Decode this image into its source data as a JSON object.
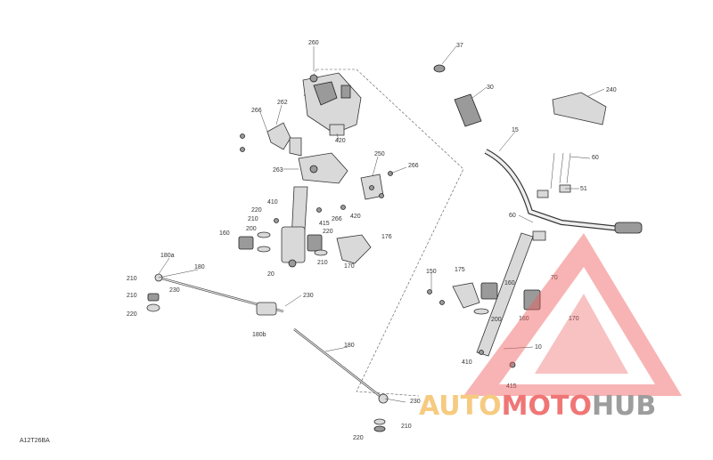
{
  "figure_ref": "A12T26BA",
  "watermark": {
    "part1": "AUTO",
    "part2": "MOTO",
    "part3": "HUB",
    "color1": "#f5c26b",
    "color2": "#ee5f5f",
    "color3": "#8c8c8c"
  },
  "callouts": {
    "c260": "260",
    "c262": "262",
    "c266a": "266",
    "c263": "263",
    "c420a": "420",
    "c250": "250",
    "c266b": "266",
    "c266c": "266",
    "c420b": "420",
    "c410a": "410",
    "c220a": "220",
    "c210a": "210",
    "c200": "200",
    "c160a": "160",
    "c415a": "415",
    "c220b": "220",
    "c176": "176",
    "c210b": "210",
    "c170a": "170",
    "c20": "20",
    "c180a": "180a",
    "c180b": "180",
    "c210c": "210",
    "c230a": "230",
    "c210d": "210",
    "c220c": "220",
    "c230b": "230",
    "c180c": "180b",
    "c180d": "180",
    "c230c": "230",
    "c210e": "210",
    "c220d": "220",
    "c37": "37",
    "c30": "30",
    "c240": "240",
    "c15": "15",
    "c60a": "60",
    "c51": "51",
    "c60b": "60",
    "c150": "150",
    "c175": "175",
    "c160b": "160",
    "c70": "70",
    "c200b": "200",
    "c160c": "160",
    "c170b": "170",
    "c10": "10",
    "c410b": "410",
    "c415b": "415"
  }
}
